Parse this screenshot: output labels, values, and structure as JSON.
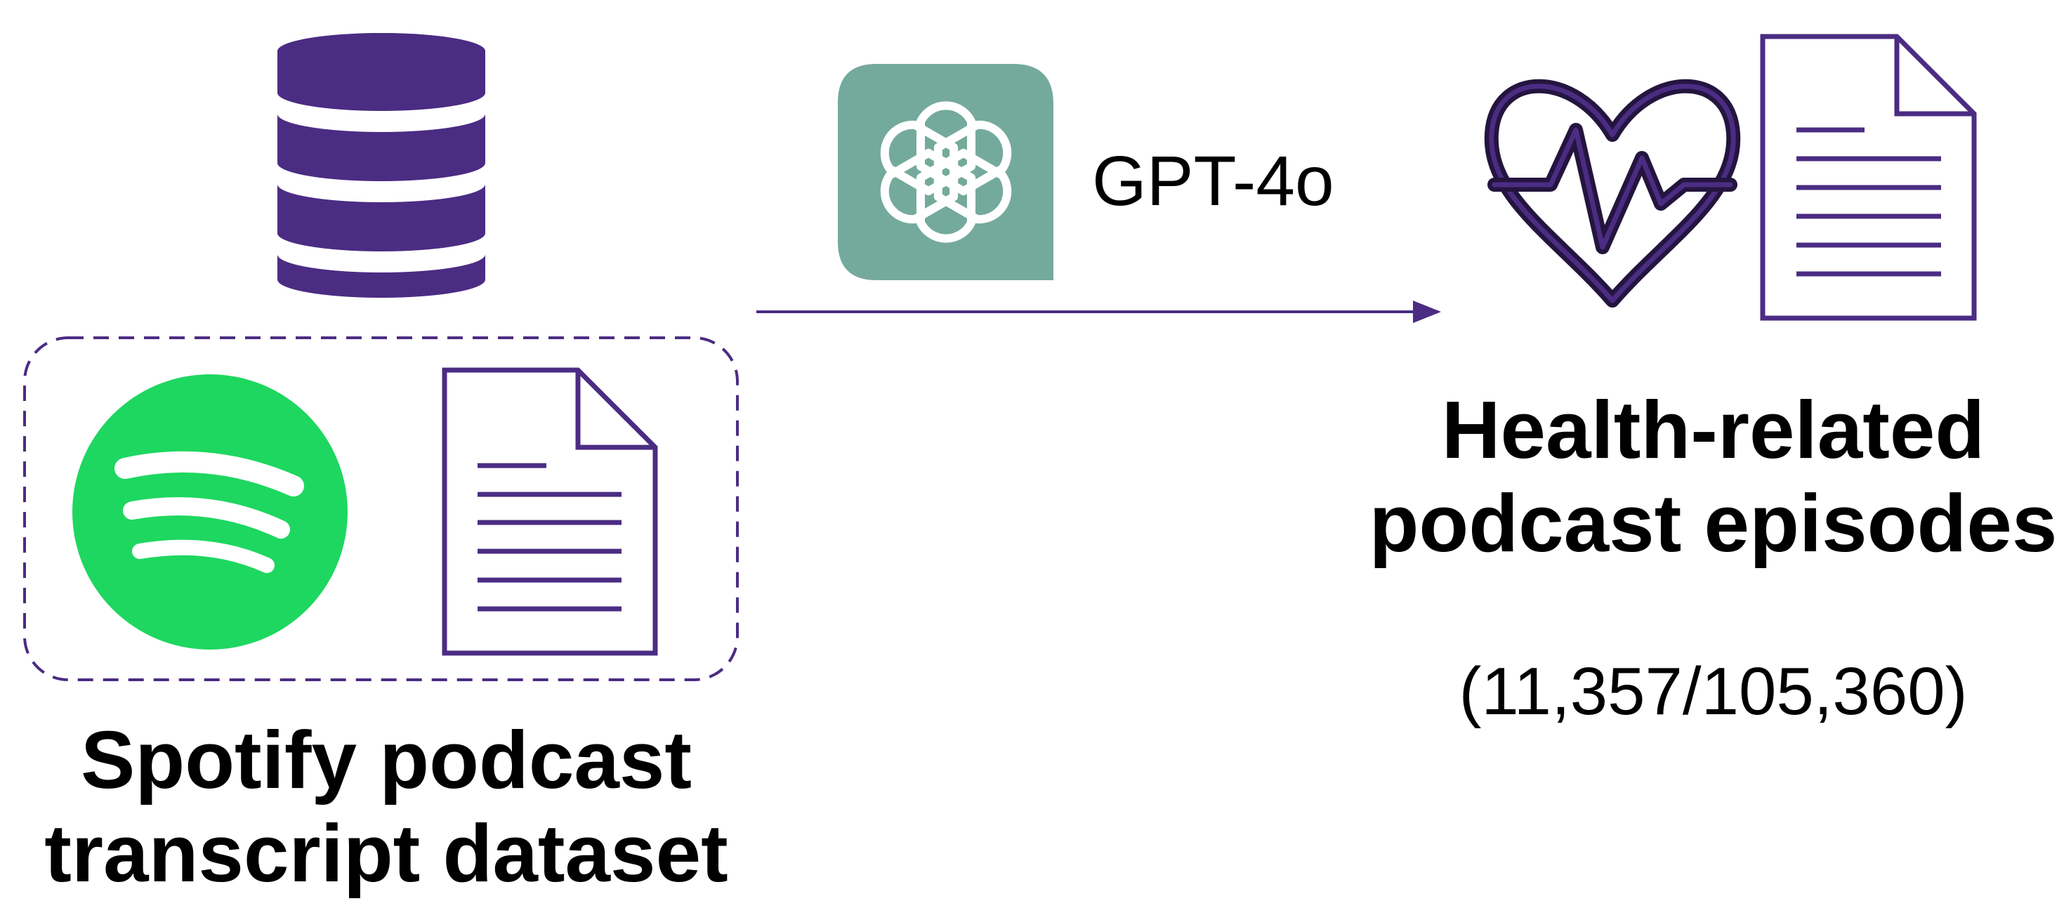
{
  "diagram": {
    "source": {
      "label_line1": "Spotify podcast",
      "label_line2": "transcript dataset",
      "icons": [
        "database-icon",
        "spotify-logo-icon",
        "document-icon"
      ]
    },
    "model": {
      "label": "GPT-4o",
      "icon": "openai-logo-icon"
    },
    "target": {
      "label_line1": "Health-related",
      "label_line2": "podcast episodes",
      "count": "(11,357/105,360)",
      "icons": [
        "heart-pulse-icon",
        "document-icon"
      ]
    },
    "colors": {
      "purple": "#4b2c83",
      "spotify_green": "#1ed760",
      "openai_green": "#74aa9c",
      "text": "#000000"
    }
  }
}
